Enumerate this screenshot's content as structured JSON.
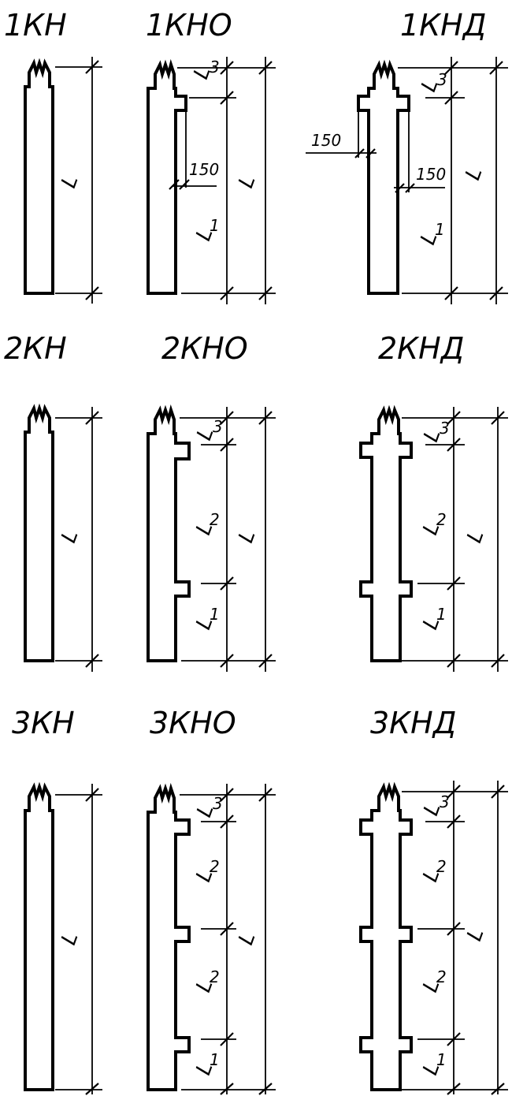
{
  "row1": {
    "title_kn": "1КН",
    "title_kno": "1КНО",
    "title_knd": "1КНД"
  },
  "row2": {
    "title_kn": "2КН",
    "title_kno": "2КНО",
    "title_knd": "2КНД"
  },
  "row3": {
    "title_kn": "3КН",
    "title_kno": "3КНО",
    "title_knd": "3КНД"
  },
  "labels": {
    "L": "L",
    "L1": "L1",
    "L2": "L2",
    "L3": "L3",
    "offset": "150"
  }
}
